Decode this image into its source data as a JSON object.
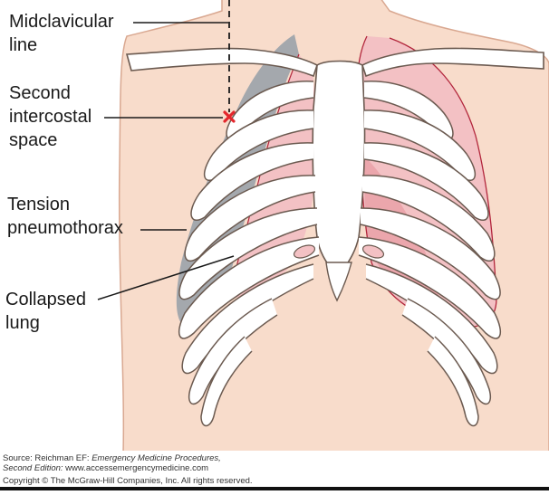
{
  "labels": {
    "midclavicular_line": [
      "Midclavicular",
      "line"
    ],
    "second_intercostal_space": [
      "Second",
      "intercostal",
      "space"
    ],
    "tension_pneumothorax": [
      "Tension",
      "pneumothorax"
    ],
    "collapsed_lung": [
      "Collapsed",
      "lung"
    ]
  },
  "caption": {
    "source_prefix": "Source: Reichman EF: ",
    "book_title": "Emergency Medicine Procedures,",
    "edition": "Second Edition:",
    "url": " www.accessemergencymedicine.com",
    "copyright": "Copyright © The McGraw-Hill Companies, Inc. All rights reserved."
  },
  "colors": {
    "skin": "#f8dccb",
    "skin_outline": "#d9a891",
    "rib_fill": "#ffffff",
    "rib_outline": "#6b5a50",
    "tension_side_gray": "#a4a8ad",
    "lung_pink": "#f3c1c4",
    "lung_deep_pink": "#e79aa2",
    "lung_edge_red": "#b2263c",
    "insertion_mark": "#e3262c",
    "leader_line": "#1a1a1a"
  },
  "icons": {
    "insertion_mark": "x-cross-mark"
  }
}
